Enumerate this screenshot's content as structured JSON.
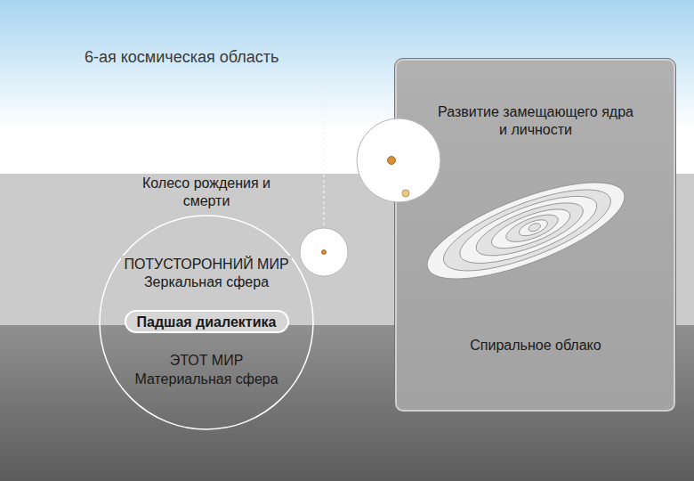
{
  "diagram": {
    "title": "6-ая космическая область",
    "nodes": [
      {
        "text": [
          "Колесо рождения и смерти",
          "ПОТУСТОРОННИЙ МИР",
          "Зеркальная сфера",
          "ЭТОТ МИР",
          "Материальная сфера"
        ]
      },
      {
        "text": [
          "Падшая диалектика"
        ],
        "in": 0
      },
      {
        "text": [
          "Развитие замещающего ядра и личности",
          "Спиральное облако"
        ]
      }
    ],
    "edges": []
  }
}
